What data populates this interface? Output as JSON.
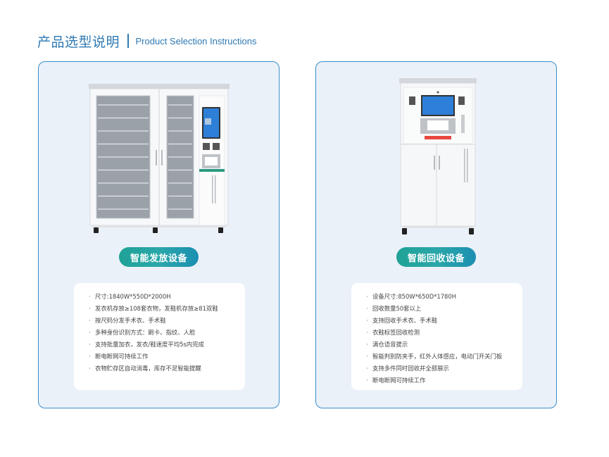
{
  "header": {
    "title_zh": "产品选型说明",
    "title_en": "Product Selection Instructions"
  },
  "cards": [
    {
      "label": "智能发放设备",
      "specs": [
        "尺寸:1840W*550D*2000H",
        "发衣机存放≥108套衣物，发鞋机存放≥81双鞋",
        "按尺码分发手术衣、手术鞋",
        "多种身份识别方式：刷卡、指纹、人脸",
        "支持批量加衣，发衣/鞋速度平均5s内完成",
        "断电断网可持续工作",
        "衣物贮存区自动消毒，库存不足智能提醒"
      ]
    },
    {
      "label": "智能回收设备",
      "specs": [
        "设备尺寸:850W*650D*1780H",
        "回收数量50套以上",
        "支持回收手术衣、手术鞋",
        "衣鞋标签回收检测",
        "满仓语音提示",
        "智能判别防夹手，红外人体感应，电动门开关门板",
        "支持多件同时回收并全部展示",
        "断电断网可持续工作"
      ]
    }
  ],
  "colors": {
    "accent": "#2e79b3",
    "card_border": "#3a8dc8",
    "card_bg": "#ebf1f9",
    "pill_start": "#1fa296",
    "pill_end": "#1c8fb1"
  }
}
